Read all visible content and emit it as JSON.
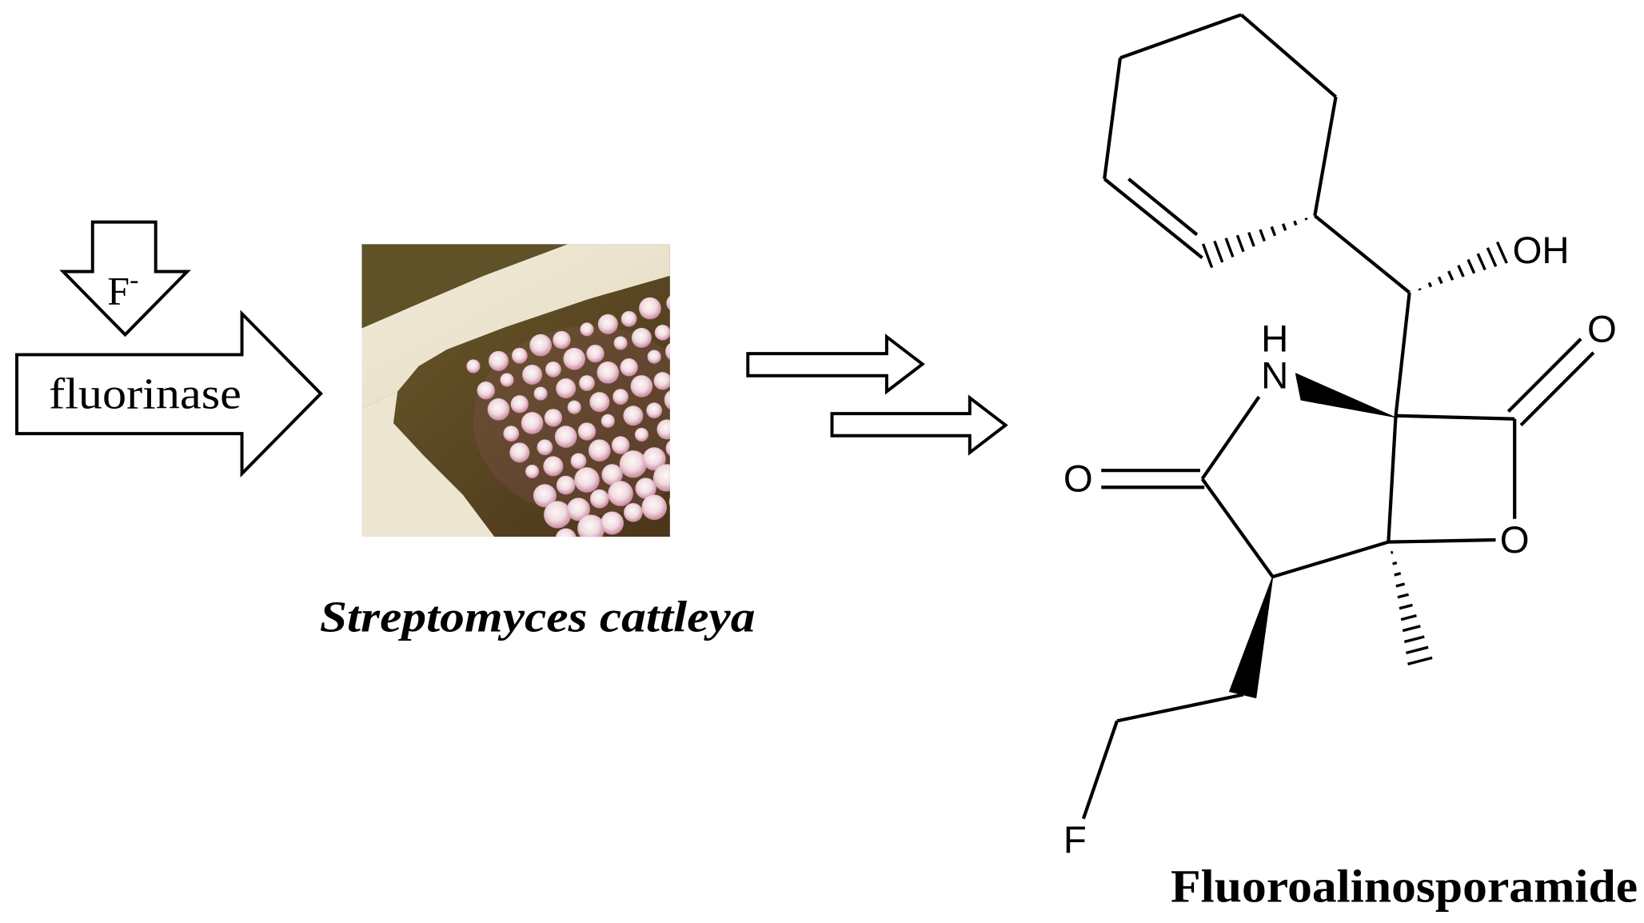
{
  "reagent": {
    "symbol": "F",
    "charge": "-"
  },
  "enzyme": {
    "label": "fluorinase"
  },
  "organism": {
    "caption": "Streptomyces cattleya"
  },
  "product": {
    "name": "Fluoroalinosporamide",
    "atoms": {
      "lactone_carbonyl_o": "O",
      "hydroxyl": "OH",
      "amide_h": "H",
      "amide_n": "N",
      "lactam_carbonyl_o": "O",
      "ring_o": "O",
      "fluorine": "F"
    }
  },
  "colors": {
    "line": "#000000",
    "arrow_fill": "#ffffff",
    "photo_agar": "#4e3b1c",
    "photo_growth": "#e9e2cc",
    "photo_colony": "#d9a2b6"
  },
  "icons": {
    "reagent_arrow": "down-arrow-outline",
    "enzyme_arrow": "right-arrow-outline",
    "reaction_arrows": "right-arrow-outline"
  }
}
